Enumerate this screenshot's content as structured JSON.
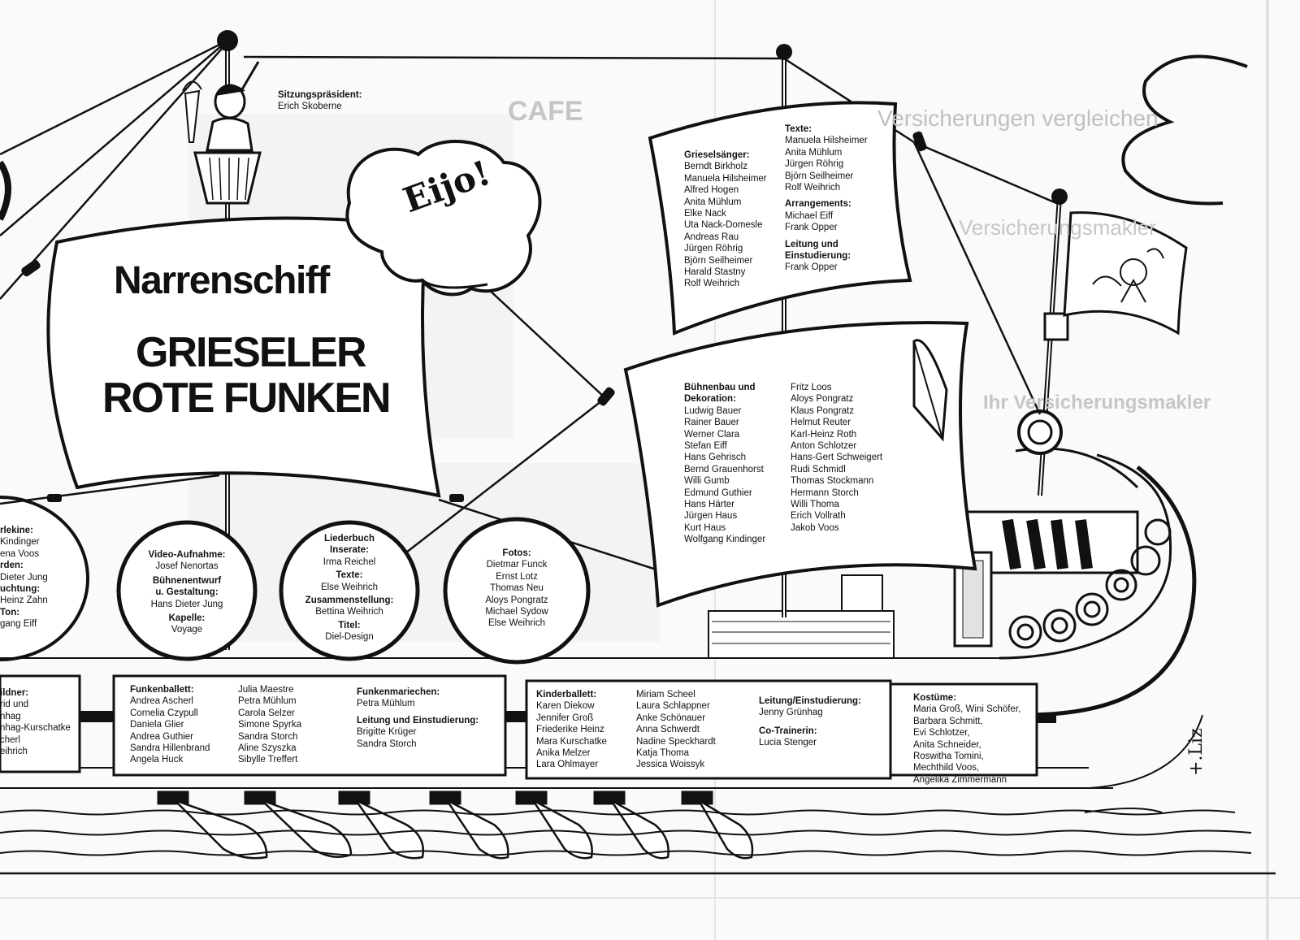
{
  "title": {
    "main": "Narrenschiff",
    "line1": "GRIESELER",
    "line2": "ROTE FUNKEN",
    "cloud": "Eijo!"
  },
  "sitzung": {
    "heading": "Sitzungspräsident:",
    "name": "Erich Skoberne"
  },
  "grieselsaenger": {
    "heading": "Grieselsänger:",
    "names": [
      "Berndt Birkholz",
      "Manuela Hilsheimer",
      "Alfred Hogen",
      "Anita Mühlum",
      "Elke Nack",
      "Uta Nack-Domesle",
      "Andreas Rau",
      "Jürgen Röhrig",
      "Björn Seilheimer",
      "Harald Stastny",
      "Rolf Weihrich"
    ]
  },
  "texte": {
    "heading": "Texte:",
    "names": [
      "Manuela Hilsheimer",
      "Anita Mühlum",
      "Jürgen Röhrig",
      "Björn Seilheimer",
      "Rolf Weihrich"
    ],
    "arr_heading": "Arrangements:",
    "arr_names": [
      "Michael Eiff",
      "Frank Opper"
    ],
    "leitung_heading1": "Leitung und",
    "leitung_heading2": "Einstudierung:",
    "leitung_name": "Frank Opper"
  },
  "buehnenbau": {
    "heading1": "Bühnenbau und",
    "heading2": "Dekoration:",
    "col1": [
      "Ludwig Bauer",
      "Rainer Bauer",
      "Werner Clara",
      "Stefan Eiff",
      "Hans Gehrisch",
      "Bernd Grauenhorst",
      "Willi Gumb",
      "Edmund Guthier",
      "Hans Härter",
      "Jürgen Haus",
      "Kurt Haus",
      "Wolfgang Kindinger"
    ],
    "col2": [
      "Fritz Loos",
      "Aloys Pongratz",
      "Klaus Pongratz",
      "Helmut Reuter",
      "Karl-Heinz Roth",
      "Anton Schlotzer",
      "Hans-Gert Schweigert",
      "Rudi Schmidl",
      "Thomas Stockmann",
      "Hermann Storch",
      "Willi Thoma",
      "Erich Vollrath",
      "Jakob Voos"
    ]
  },
  "shield1": {
    "l1h": "rlekine:",
    "l2": "Kindinger",
    "l3": "ena Voos",
    "l4h": "rden:",
    "l5": "Dieter Jung",
    "l6h": "uchtung:",
    "l7": "Heinz Zahn",
    "l8h": "Ton:",
    "l9": "gang Eiff"
  },
  "shield2": {
    "h1": "Video-Aufnahme:",
    "n1": "Josef Nenortas",
    "h2a": "Bühnenentwurf",
    "h2b": "u. Gestaltung:",
    "n2": "Hans Dieter Jung",
    "h3": "Kapelle:",
    "n3": "Voyage"
  },
  "shield3": {
    "h1": "Liederbuch",
    "h2": "Inserate:",
    "n2": "Irma Reichel",
    "h3": "Texte:",
    "n3": "Else Weihrich",
    "h4": "Zusammenstellung:",
    "n4": "Bettina Weihrich",
    "h5": "Titel:",
    "n5": "Diel-Design"
  },
  "shield4": {
    "h1": "Fotos:",
    "names": [
      "Dietmar Funck",
      "Ernst Lotz",
      "Thomas Neu",
      "Aloys Pongratz",
      "Michael Sydow",
      "Else Weihrich"
    ]
  },
  "box0": {
    "h": "ildner:",
    "lines": [
      "rid und",
      "nhag",
      "nhag-Kurschatke",
      "cherl",
      "eihrich"
    ]
  },
  "funkenballett": {
    "heading": "Funkenballett:",
    "col1": [
      "Andrea Ascherl",
      "Cornelia Czypull",
      "Daniela Glier",
      "Andrea Guthier",
      "Sandra Hillenbrand",
      "Angela Huck"
    ],
    "col2": [
      "Julia Maestre",
      "Petra Mühlum",
      "Carola Selzer",
      "Simone Spyrka",
      "Sandra Storch",
      "Aline Szyszka",
      "Sibylle Treffert"
    ],
    "mariechen_h": "Funkenmariechen:",
    "mariechen_n": "Petra Mühlum",
    "leitung_h": "Leitung und Einstudierung:",
    "leitung_n": [
      "Brigitte Krüger",
      "Sandra Storch"
    ]
  },
  "kinderballett": {
    "heading": "Kinderballett:",
    "col1": [
      "Karen Diekow",
      "Jennifer Groß",
      "Friederike Heinz",
      "Mara Kurschatke",
      "Anika Melzer",
      "Lara Ohlmayer"
    ],
    "col2": [
      "Miriam Scheel",
      "Laura Schlappner",
      "Anke Schönauer",
      "Anna Schwerdt",
      "Nadine Speckhardt",
      "Katja Thoma",
      "Jessica Woissyk"
    ],
    "leitung_h": "Leitung/Einstudierung:",
    "leitung_n": "Jenny Grünhag",
    "co_h": "Co-Trainerin:",
    "co_n": "Lucia Stenger"
  },
  "kostueme": {
    "heading": "Kostüme:",
    "lines": [
      "Maria Groß, Wini Schöfer,",
      "Barbara Schmitt,",
      "Evi Schlotzer,",
      "Anita Schneider,",
      "Roswitha Tomini,",
      "Mechthild Voos,",
      "Angelika Zimmermann"
    ]
  },
  "signature": "+.Liz",
  "bleed": {
    "cafe": "CAFE",
    "versicherung1": "Versicherungen vergleichen",
    "versicherung2": "Versicherungsmakler",
    "versicherung3": "Ihr Versicherungsmakler"
  },
  "colors": {
    "ink": "#111111",
    "paper": "#fafafa",
    "bleed": "#b8b8b8",
    "grey_panel": "#c8c8c8"
  }
}
